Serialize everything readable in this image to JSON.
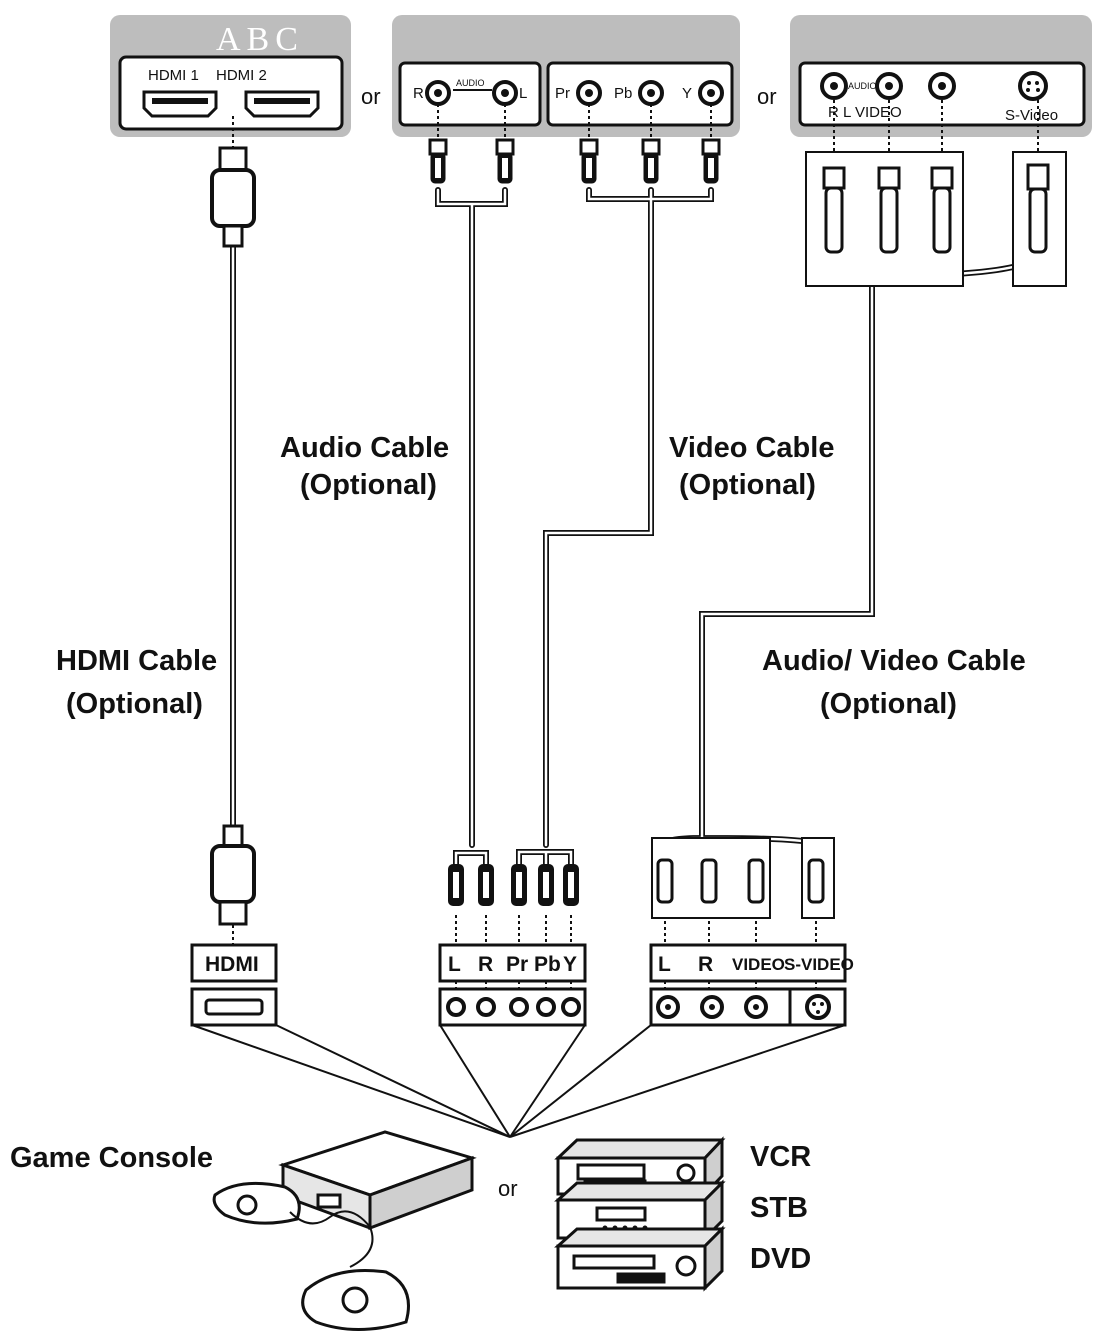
{
  "tv_panel": {
    "brand": "ABC",
    "hdmi_ports": [
      "HDMI 1",
      "HDMI 2"
    ],
    "audio_ports": {
      "group_label": "AUDIO",
      "right": "R",
      "left": "L"
    },
    "component_ports": [
      "Pr",
      "Pb",
      "Y"
    ],
    "av_ports": {
      "group_label": "AUDIO",
      "labels": "R L VIDEO",
      "svideo": "S-Video"
    },
    "or_1": "or",
    "or_2": "or"
  },
  "cables": {
    "hdmi": {
      "title": "HDMI Cable",
      "note": "(Optional)"
    },
    "audio": {
      "title": "Audio Cable",
      "note": "(Optional)"
    },
    "video": {
      "title": "Video Cable",
      "note": "(Optional)"
    },
    "av": {
      "title": "Audio/ Video Cable",
      "note": "(Optional)"
    }
  },
  "source_jacks": {
    "hdmi_label": "HDMI",
    "component_labels": [
      "L",
      "R",
      "Pr",
      "Pb",
      "Y"
    ],
    "av_labels": [
      "L",
      "R",
      "VIDEO",
      "S-VIDEO"
    ]
  },
  "devices": {
    "game_console": "Game Console",
    "or": "or",
    "list": [
      "VCR",
      "STB",
      "DVD"
    ]
  },
  "colors": {
    "panel": "#bdbdbd",
    "line": "#111111",
    "cable_fill": "#ffffff"
  }
}
